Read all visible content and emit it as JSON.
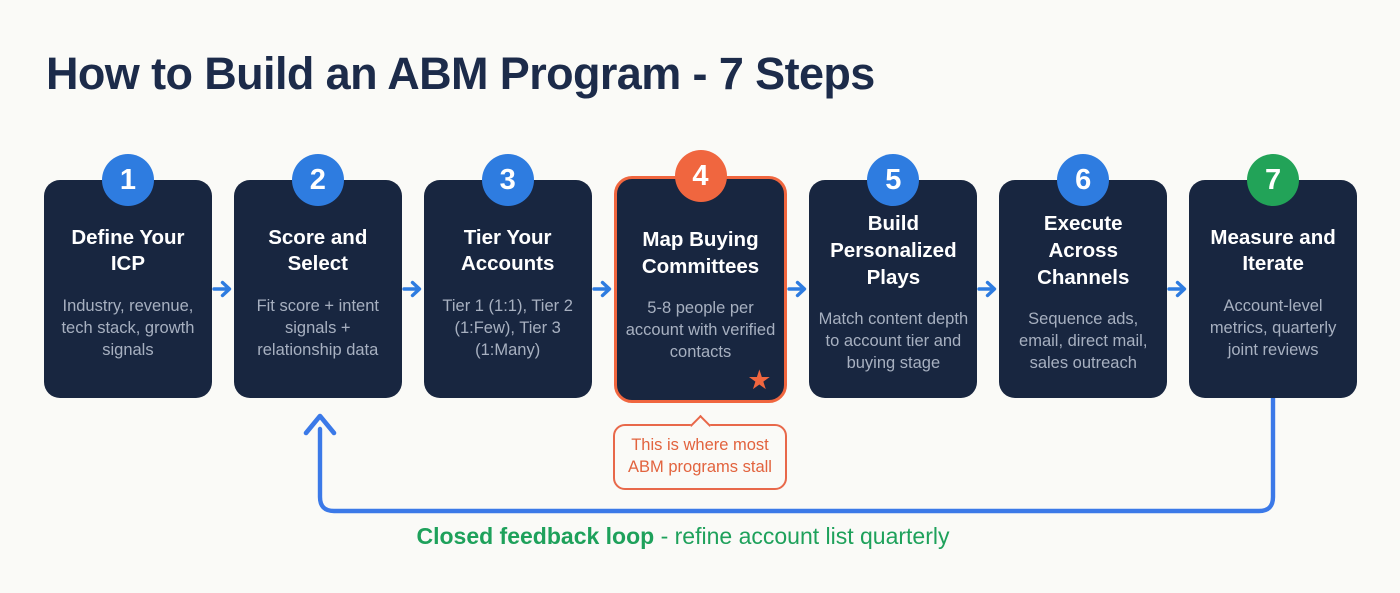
{
  "title": "How to Build an ABM Program - 7 Steps",
  "steps": [
    {
      "number": "1",
      "title": "Define Your ICP",
      "description": "Industry, revenue, tech stack, growth signals",
      "badge_color": "#2E7CE0",
      "highlighted": false
    },
    {
      "number": "2",
      "title": "Score and Select",
      "description": "Fit score + intent signals + relationship data",
      "badge_color": "#2E7CE0",
      "highlighted": false
    },
    {
      "number": "3",
      "title": "Tier Your Accounts",
      "description": "Tier 1 (1:1), Tier 2 (1:Few), Tier 3 (1:Many)",
      "badge_color": "#2E7CE0",
      "highlighted": false
    },
    {
      "number": "4",
      "title": "Map Buying Committees",
      "description": "5-8 people per account with verified contacts",
      "badge_color": "#F0663F",
      "highlighted": true,
      "star": true
    },
    {
      "number": "5",
      "title": "Build Personalized Plays",
      "description": "Match content depth to account tier and buying stage",
      "badge_color": "#2E7CE0",
      "highlighted": false
    },
    {
      "number": "6",
      "title": "Execute Across Channels",
      "description": "Sequence ads, email, direct mail, sales outreach",
      "badge_color": "#2E7CE0",
      "highlighted": false
    },
    {
      "number": "7",
      "title": "Measure and Iterate",
      "description": "Account-level metrics, quarterly joint reviews",
      "badge_color": "#22A358",
      "highlighted": false
    }
  ],
  "callout": {
    "text": "This is where most ABM programs stall"
  },
  "feedback_loop": {
    "label_bold": "Closed feedback loop",
    "label_rest": " - refine account list quarterly"
  },
  "icons": {
    "star": "★"
  },
  "colors": {
    "background": "#FAFAF7",
    "card_bg": "#182640",
    "card_text_secondary": "#A7B0C0",
    "badge_blue": "#2E7CE0",
    "badge_orange": "#F0663F",
    "badge_green": "#22A358",
    "highlight_border": "#F0663F",
    "arrow_blue": "#2E7CE0",
    "loop_blue": "#3B79E8",
    "callout_orange": "#E2633E",
    "loop_label_green": "#1EA15B",
    "title_navy": "#1C2B4A"
  }
}
